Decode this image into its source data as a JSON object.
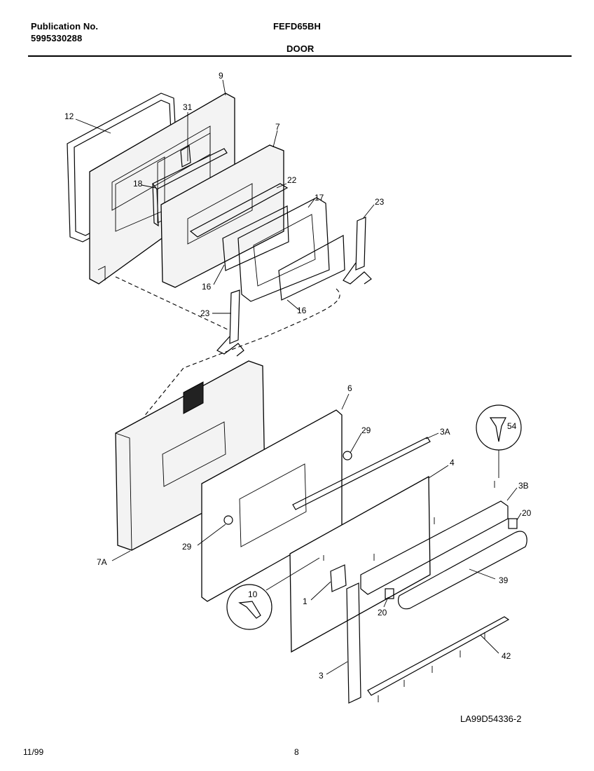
{
  "header": {
    "publication_label": "Publication No.",
    "publication_number": "5995330288",
    "model": "FEFD65BH",
    "section": "DOOR"
  },
  "footer": {
    "date": "11/99",
    "page": "8",
    "diagram_code": "LA99D54336-2"
  },
  "callouts": {
    "p9": "9",
    "p31": "31",
    "p12": "12",
    "p7": "7",
    "p18": "18",
    "p22": "22",
    "p17": "17",
    "p23a": "23",
    "p16a": "16",
    "p16b": "16",
    "p23b": "23",
    "p6": "6",
    "p29a": "29",
    "p3A": "3A",
    "p54": "54",
    "p4": "4",
    "p3B": "3B",
    "p20a": "20",
    "p29b": "29",
    "p7A": "7A",
    "p10": "10",
    "p1": "1",
    "p20b": "20",
    "p39": "39",
    "p42": "42",
    "p3": "3"
  }
}
